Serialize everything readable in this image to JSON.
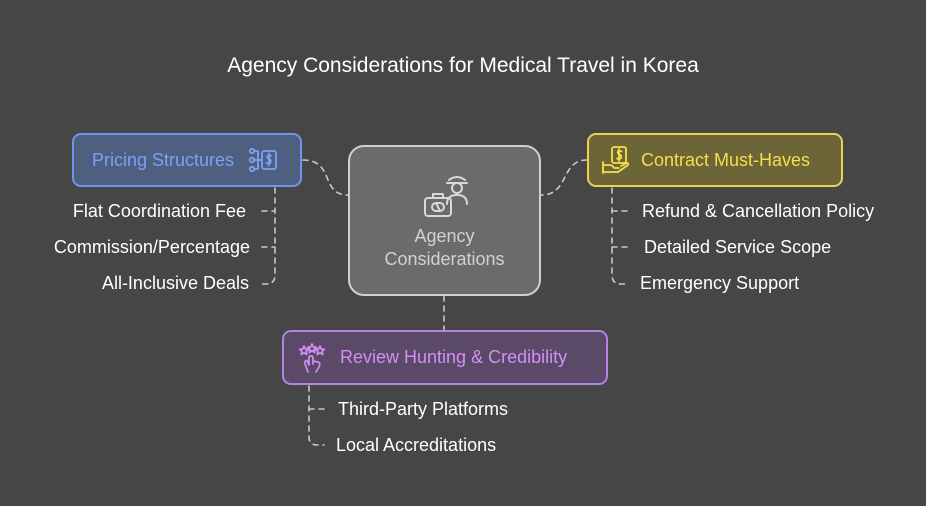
{
  "title": "Agency Considerations for Medical Travel in Korea",
  "center": {
    "line1": "Agency",
    "line2": "Considerations",
    "icon": "traveler-with-suitcase-icon"
  },
  "pricing": {
    "label": "Pricing Structures",
    "icon": "flowchart-dollar-icon",
    "color": "#79a2f5",
    "items": [
      "Flat Coordination Fee",
      "Commission/Percentage",
      "All-Inclusive Deals"
    ]
  },
  "contract": {
    "label": "Contract Must-Haves",
    "icon": "hand-money-icon",
    "color": "#f6df4c",
    "items": [
      "Refund & Cancellation Policy",
      "Detailed Service Scope",
      "Emergency Support"
    ]
  },
  "review": {
    "label": "Review Hunting & Credibility",
    "icon": "stars-hand-icon",
    "color": "#d38ef5",
    "items": [
      "Third-Party Platforms",
      "Local Accreditations"
    ]
  }
}
